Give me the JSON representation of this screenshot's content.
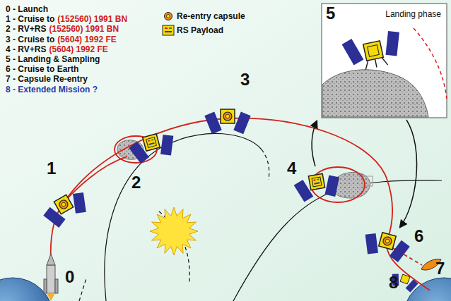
{
  "diagram": {
    "nodes": [
      {
        "text": [
          "5",
          "Landing phase"
        ]
      }
    ],
    "labels": [
      "0 - Launch",
      "1 - Cruise to",
      "(152560) 1991 BN",
      "2 - RV+RS",
      "(152560) 1991 BN",
      "3 - Cruise to",
      "(5604) 1992 FE",
      "4 - RV+RS",
      "(5604) 1992 FE",
      "5 - Landing & Sampling",
      "6 - Cruise to Earth",
      "7 - Capsule Re-entry",
      "8 - Extended Mission ?",
      "1",
      "2",
      "3",
      "4",
      "6",
      "7",
      "8",
      "0"
    ],
    "legend": [
      {
        "text": "Re-entry capsule"
      },
      {
        "text": "RS Payload"
      }
    ]
  }
}
